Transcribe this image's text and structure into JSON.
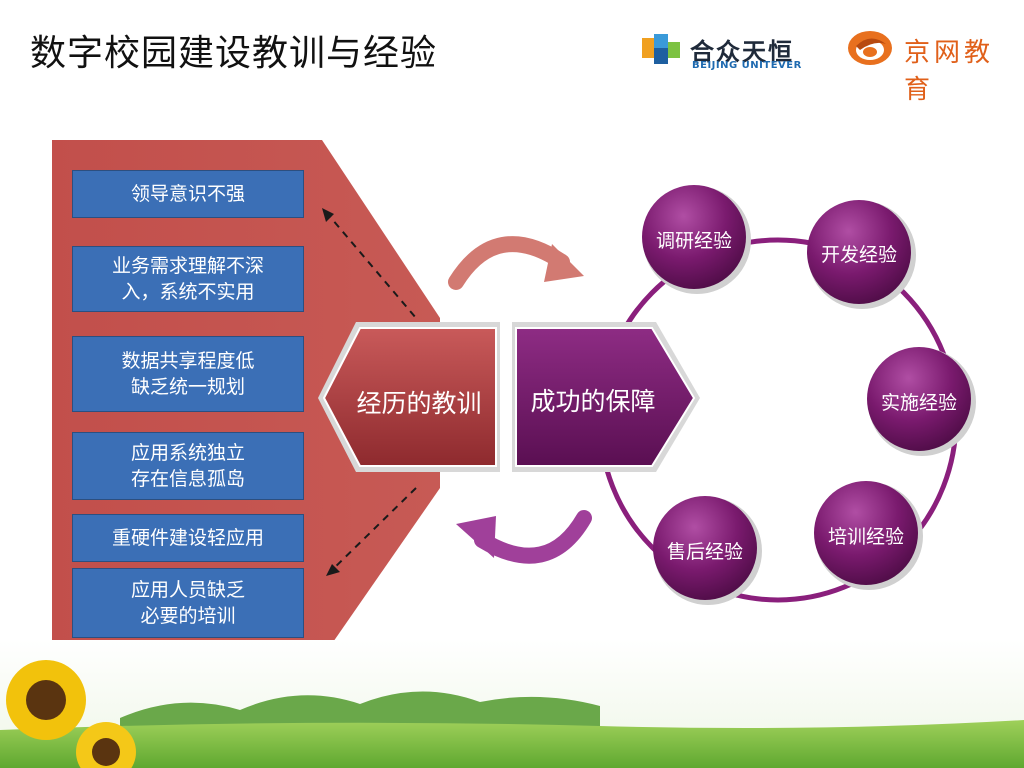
{
  "title": "数字校园建设教训与经验",
  "logos": {
    "unitever_cn": "合众天恒",
    "unitever_en": "BEIJING UNITEVER",
    "jingfang_cn": "京网教育"
  },
  "lessons": [
    "领导意识不强",
    "业务需求理解不深\n入，系统不实用",
    "数据共享程度低\n缺乏统一规划",
    "应用系统独立\n存在信息孤岛",
    "重硬件建设轻应用",
    "应用人员缺乏\n必要的培训"
  ],
  "center": {
    "lessons_label": "经历的教训",
    "guarantee_label": "成功的保障"
  },
  "experiences": [
    "调研经验",
    "开发经验",
    "实施经验",
    "培训经验",
    "售后经验"
  ],
  "colors": {
    "red_panel": "#c0504d",
    "blue_box": "#3b6fb6",
    "purple": "#7a1a6e",
    "salmon_arrow": "#d27a72",
    "purple_arrow": "#a0409a"
  }
}
